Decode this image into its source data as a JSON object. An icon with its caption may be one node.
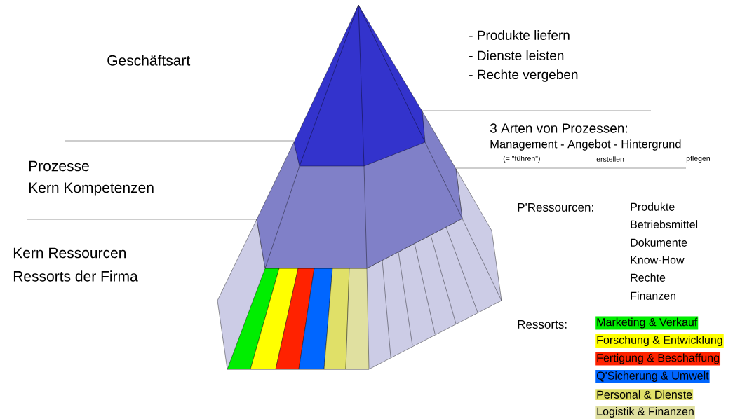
{
  "diagram": {
    "labels": [
      "Geschäftsart",
      "- Produkte liefern",
      "- Dienste leisten",
      "- Rechte vergeben",
      "3 Arten von Prozessen:",
      "Management - Angebot - Hintergrund",
      "(= \"führen\")",
      "erstellen",
      "pflegen",
      "Prozesse",
      "Kern Kompetenzen",
      "P'Ressourcen:",
      "Produkte",
      "Betriebsmittel",
      "Dokumente",
      "Know-How",
      "Rechte",
      "Finanzen",
      "Kern Ressourcen",
      "Ressorts der Firma",
      "Ressorts:"
    ],
    "legend": [
      {
        "text": "Marketing & Verkauf",
        "color": "#00ee00"
      },
      {
        "text": "Forschung & Entwicklung",
        "color": "#ffff00"
      },
      {
        "text": "Fertigung & Beschaffung",
        "color": "#ff2200"
      },
      {
        "text": "Q'Sicherung & Umwelt",
        "color": "#0066ff"
      },
      {
        "text": "Personal & Dienste",
        "color": "#e0e068"
      },
      {
        "text": "Logistik & Finanzen",
        "color": "#e0e0a0"
      }
    ]
  }
}
